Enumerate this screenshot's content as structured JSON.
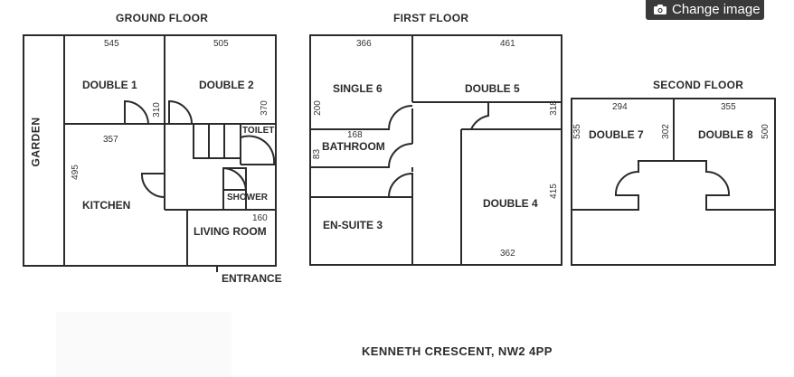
{
  "button": {
    "change_image": "Change image",
    "icon": "camera-icon"
  },
  "floors": {
    "ground": {
      "title": "GROUND FLOOR",
      "garden": "GARDEN",
      "entrance": "ENTRANCE",
      "rooms": {
        "double1": "DOUBLE 1",
        "double2": "DOUBLE 2",
        "toilet": "TOILET",
        "kitchen": "KITCHEN",
        "shower": "SHOWER",
        "living": "LIVING ROOM"
      },
      "dims": {
        "d545": "545",
        "d505": "505",
        "d310": "310",
        "d370": "370",
        "d357": "357",
        "d495": "495",
        "d160": "160"
      }
    },
    "first": {
      "title": "FIRST FLOOR",
      "rooms": {
        "single6": "SINGLE 6",
        "double5": "DOUBLE 5",
        "bathroom": "BATHROOM",
        "ensuite3": "EN-SUITE 3",
        "double4": "DOUBLE 4"
      },
      "dims": {
        "d366": "366",
        "d461": "461",
        "d200": "200",
        "d318": "318",
        "d168": "168",
        "d83": "83",
        "d415": "415",
        "d362": "362"
      }
    },
    "second": {
      "title": "SECOND FLOOR",
      "rooms": {
        "double7": "DOUBLE 7",
        "double8": "DOUBLE 8"
      },
      "dims": {
        "d294": "294",
        "d355": "355",
        "d535": "535",
        "d302": "302",
        "d500": "500"
      }
    }
  },
  "address": "KENNETH CRESCENT, NW2 4PP"
}
